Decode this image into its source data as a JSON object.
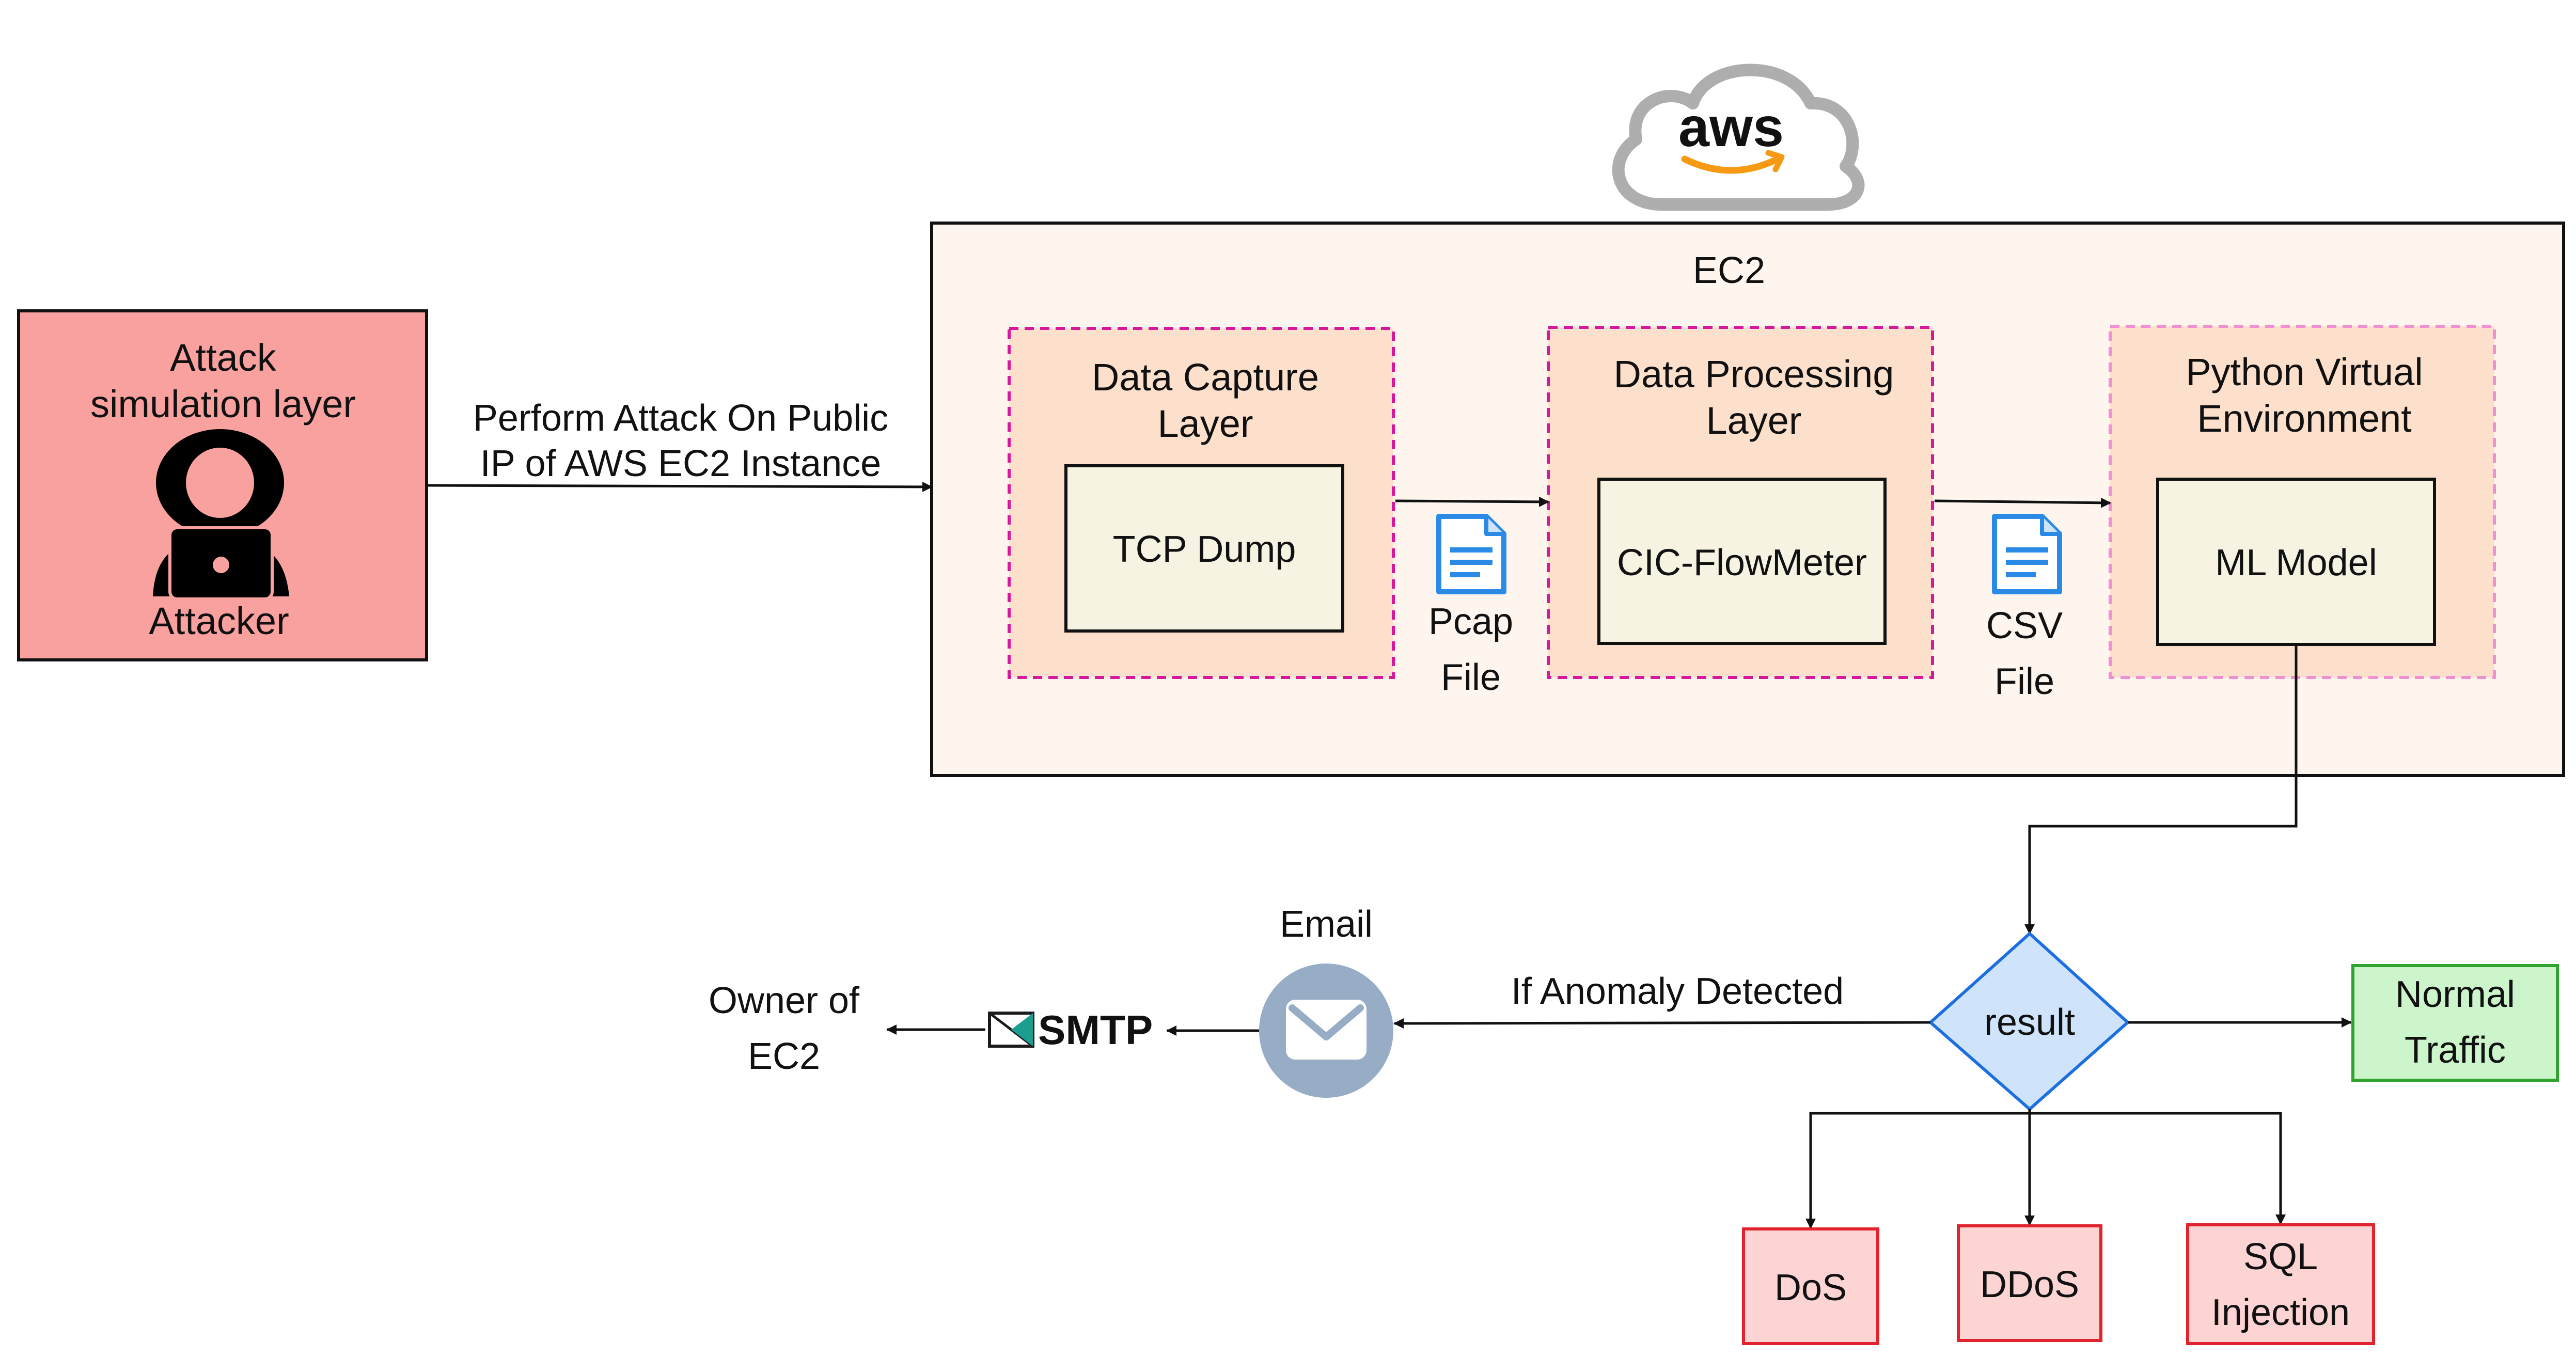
{
  "attacker_box": {
    "title_line1": "Attack",
    "title_line2": "simulation layer",
    "caption": "Attacker",
    "icon": "hacker-laptop-icon"
  },
  "attack_edge": {
    "label_line1": "Perform Attack On  Public",
    "label_line2": "IP of AWS EC2 Instance"
  },
  "cloud": {
    "logo_text": "aws",
    "icon": "aws-cloud-icon"
  },
  "ec2": {
    "title": "EC2",
    "capture_layer": {
      "title_line1": "Data Capture",
      "title_line2": "Layer",
      "box": "TCP Dump"
    },
    "processing_layer": {
      "title_line1": "Data Processing",
      "title_line2": "Layer",
      "box": "CIC-FlowMeter"
    },
    "python_env": {
      "title_line1": "Python Virtual",
      "title_line2": "Environment",
      "box": "ML Model"
    },
    "pcap_file": {
      "line1": "Pcap",
      "line2": "File",
      "icon": "document-icon"
    },
    "csv_file": {
      "line1": "CSV",
      "line2": "File",
      "icon": "document-icon"
    }
  },
  "decision": {
    "label": "result"
  },
  "normal": {
    "line1": "Normal",
    "line2": "Traffic"
  },
  "outcomes": {
    "dos": "DoS",
    "ddos": "DDoS",
    "sql_line1": "SQL",
    "sql_line2": "Injection"
  },
  "anomaly_edge": {
    "label": "If Anomaly Detected"
  },
  "email": {
    "label": "Email",
    "icon": "envelope-icon"
  },
  "smtp": {
    "label": "SMTP",
    "icon": "smtp-logo-icon"
  },
  "owner": {
    "line1": "Owner of",
    "line2": "EC2"
  },
  "colors": {
    "attacker_fill": "#f9a19f",
    "ec2_fill": "#fdf5ee",
    "layer_fill": "#fce0cc",
    "layer_border": "#d5189c",
    "python_border": "#f08fd2",
    "inner_box_fill": "#f6f3e2",
    "decision_fill": "#cfe3fb",
    "decision_border": "#1d6fe0",
    "normal_fill": "#ccf5cc",
    "normal_border": "#2fa52f",
    "outcome_fill": "#fcd4d4",
    "outcome_border": "#e0232c",
    "email_circle": "#97adc6",
    "doc_icon": "#2a8ae6",
    "aws_orange": "#f59a12",
    "cloud_stroke": "#aeaeae"
  }
}
